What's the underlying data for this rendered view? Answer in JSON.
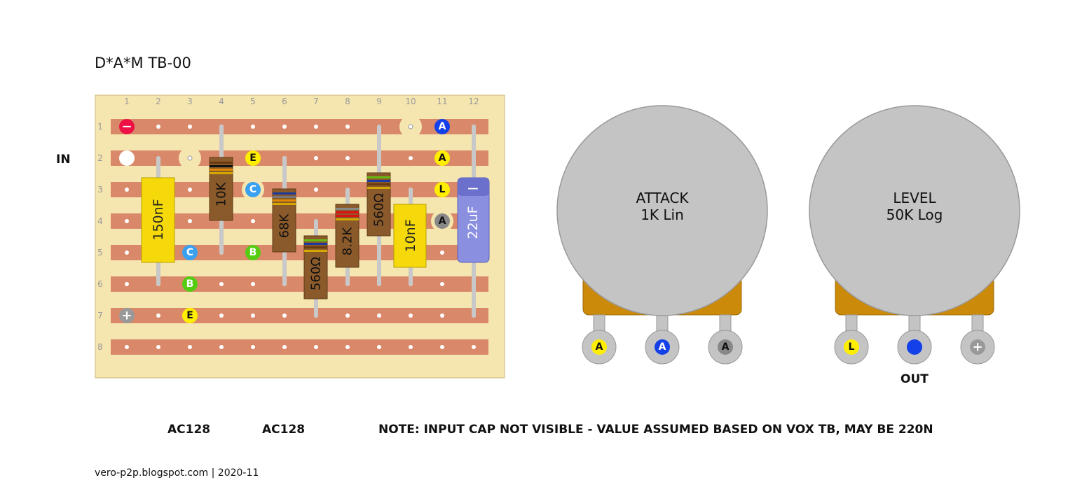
{
  "title": "D*A*M TB-00",
  "in_label": "IN",
  "out_label": "OUT",
  "transistors": [
    "AC128",
    "AC128"
  ],
  "note": "NOTE:  INPUT CAP NOT VISIBLE - VALUE ASSUMED BASED ON VOX TB, MAY BE 220N",
  "footer": "vero-p2p.blogspot.com  |  2020-11",
  "board": {
    "columns": [
      "1",
      "2",
      "3",
      "4",
      "5",
      "6",
      "7",
      "8",
      "9",
      "10",
      "11",
      "12"
    ],
    "rows": [
      "1",
      "2",
      "3",
      "4",
      "5",
      "6",
      "7",
      "8"
    ]
  },
  "components": {
    "cap_150n": "150nF",
    "r_10k": "10K",
    "r_68k": "68K",
    "r_560_a": "560Ω",
    "r_8k2": "8.2K",
    "r_560_b": "560Ω",
    "cap_10n": "10nF",
    "ecap_22u": "22uF",
    "ecap_minus": "−"
  },
  "markers": {
    "minus": "−",
    "plus": "+",
    "A": "A",
    "E": "E",
    "C": "C",
    "L": "L",
    "B": "B"
  },
  "pots": {
    "attack": {
      "name": "ATTACK",
      "value": "1K Lin"
    },
    "level": {
      "name": "LEVEL",
      "value": "50K Log"
    }
  },
  "colors": {
    "board": "#f5e6b0",
    "strip": "#d9896a",
    "pot": "#c4c4c4",
    "pot_body": "#cc8a0a",
    "yellow": "#ffee00",
    "blue": "#1340e8",
    "lightblue": "#3aa0f0",
    "green": "#55cc11",
    "red": "#ee1144",
    "gray": "#888888"
  }
}
